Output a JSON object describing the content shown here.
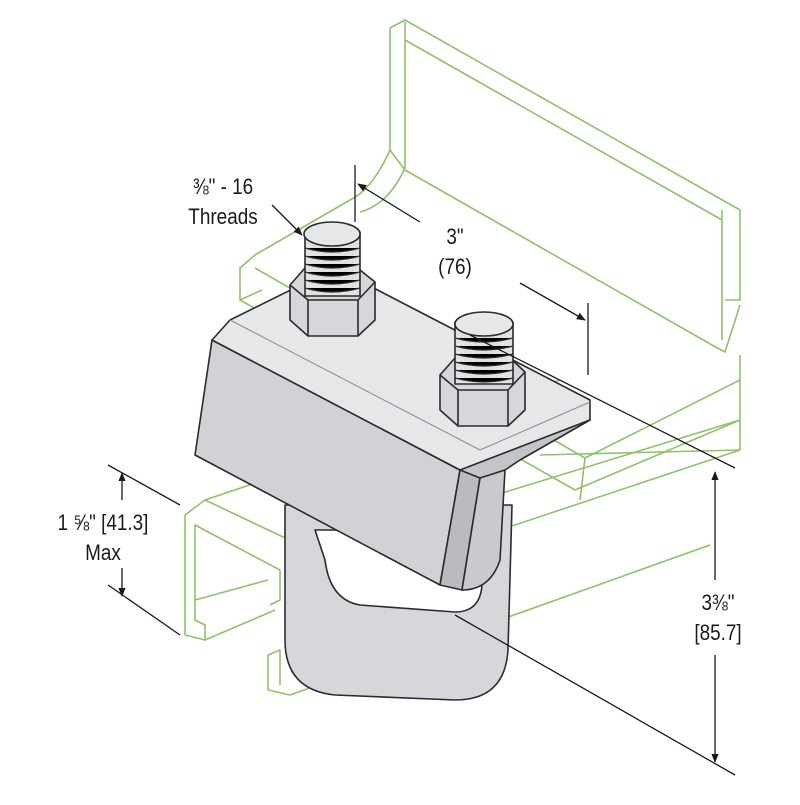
{
  "labels": {
    "thread_size": "⅜\" - 16",
    "thread_word": "Threads",
    "width_in": "3\"",
    "width_mm": "(76)",
    "flange_in": "1 ⅝\" [41.3]",
    "flange_max": "Max",
    "height_in": "3⅜\"",
    "height_mm": "[85.7]"
  },
  "colors": {
    "beam_line": "#8dc26b",
    "part_fill": "#d5d7da",
    "part_light": "#e6e7e9",
    "part_dark": "#b9bbbf",
    "outline": "#2b2b2b",
    "dimension": "#1a1a1a"
  }
}
